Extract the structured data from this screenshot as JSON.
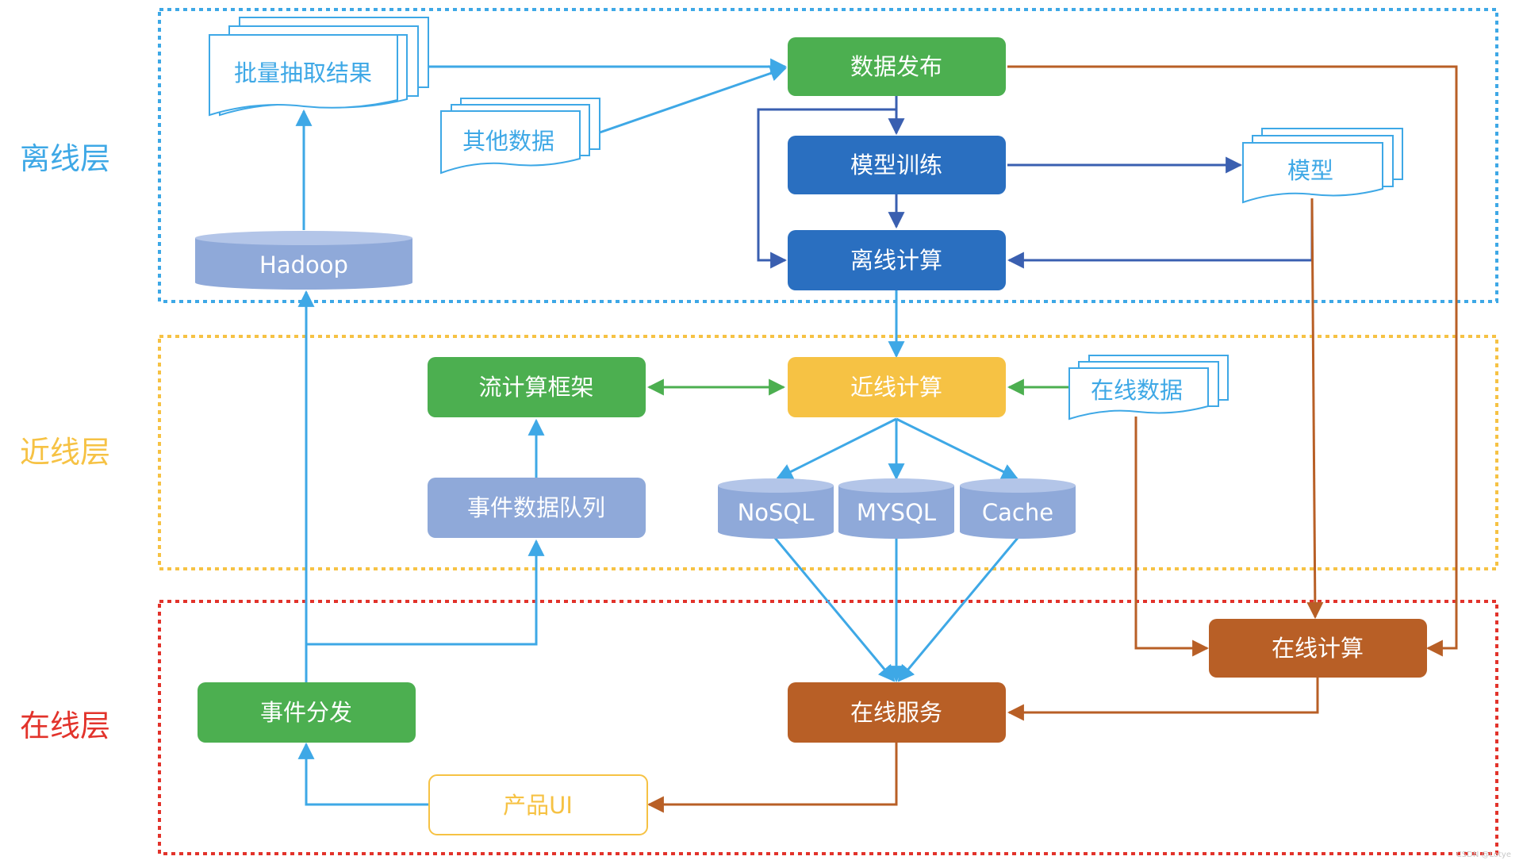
{
  "colors": {
    "offline": "#3ea8e6",
    "nearline": "#f6c244",
    "online": "#e2332b",
    "green": "#4caf50",
    "darkblue": "#2a6fc0",
    "lightblue": "#8fa9d9",
    "yellow": "#f6c244",
    "brown": "#b85f26",
    "arrow_blue": "#3ea8e6",
    "arrow_navy": "#3a5fb0",
    "arrow_green": "#4caf50",
    "arrow_brown": "#b85f26"
  },
  "layers": {
    "offline": "离线层",
    "nearline": "近线层",
    "online": "在线层"
  },
  "nodes": {
    "batch_extract": "批量抽取结果",
    "other_data": "其他数据",
    "hadoop": "Hadoop",
    "data_publish": "数据发布",
    "model_train": "模型训练",
    "offline_compute": "离线计算",
    "model": "模型",
    "stream_framework": "流计算框架",
    "nearline_compute": "近线计算",
    "online_data": "在线数据",
    "event_queue": "事件数据队列",
    "nosql": "NoSQL",
    "mysql": "MYSQL",
    "cache": "Cache",
    "online_compute": "在线计算",
    "event_dispatch": "事件分发",
    "online_service": "在线服务",
    "product_ui": "产品UI"
  },
  "watermark": "CSDN @Lotye"
}
